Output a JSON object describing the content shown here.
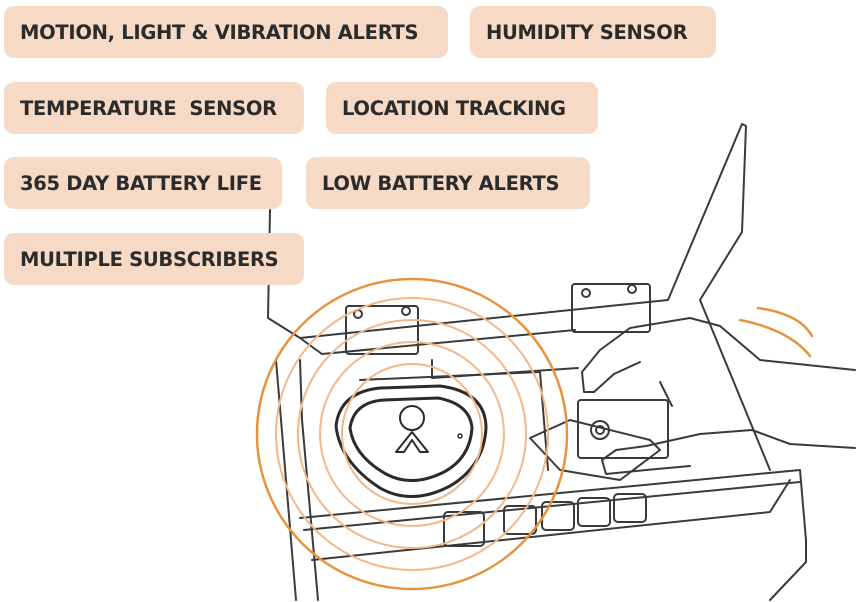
{
  "features": [
    {
      "label": "MOTION, LIGHT & VIBRATION ALERTS"
    },
    {
      "label": "HUMIDITY SENSOR"
    },
    {
      "label": "TEMPERATURE  SENSOR"
    },
    {
      "label": "LOCATION TRACKING"
    },
    {
      "label": "365 DAY BATTERY LIFE"
    },
    {
      "label": "LOW BATTERY ALERTS"
    },
    {
      "label": "MULTIPLE SUBSCRIBERS"
    }
  ],
  "colors": {
    "pill_background": "#f7dac6",
    "pill_text": "#2b2b2b",
    "accent_orange": "#e8923e",
    "line_art": "#3a3a3a"
  },
  "icons": [
    "tracking-device-icon",
    "signal-waves-icon",
    "hand-icon",
    "safe-case-icon"
  ]
}
